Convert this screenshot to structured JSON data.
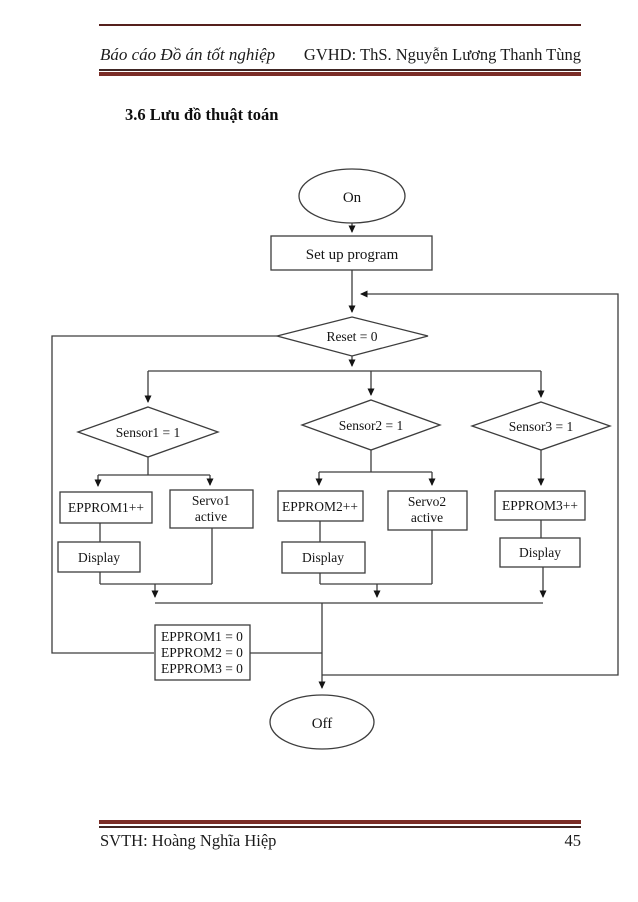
{
  "page": {
    "header": {
      "left": "Báo cáo Đồ án tốt nghiệp",
      "right": "GVHD: ThS. Nguyễn Lương Thanh Tùng"
    },
    "section_heading": "3.6 Lưu đồ thuật toán",
    "footer": {
      "left": "SVTH: Hoàng Nghĩa Hiệp",
      "page_number": "45"
    },
    "accent_color": "#7b2d27"
  },
  "flowchart": {
    "nodes": {
      "on": "On",
      "setup": "Set up program",
      "reset": "Reset = 0",
      "sensor1": "Sensor1 = 1",
      "sensor2": "Sensor2 = 1",
      "sensor3": "Sensor3 = 1",
      "epprom1": "EPPROM1++",
      "epprom2": "EPPROM2++",
      "epprom3": "EPPROM3++",
      "servo1_line1": "Servo1",
      "servo1_line2": "active",
      "servo2_line1": "Servo2",
      "servo2_line2": "active",
      "display1": "Display",
      "display2": "Display",
      "display3": "Display",
      "epprom_reset_line1": "EPPROM1 = 0",
      "epprom_reset_line2": "EPPROM2 = 0",
      "epprom_reset_line3": "EPPROM3 = 0",
      "off": "Off"
    }
  }
}
